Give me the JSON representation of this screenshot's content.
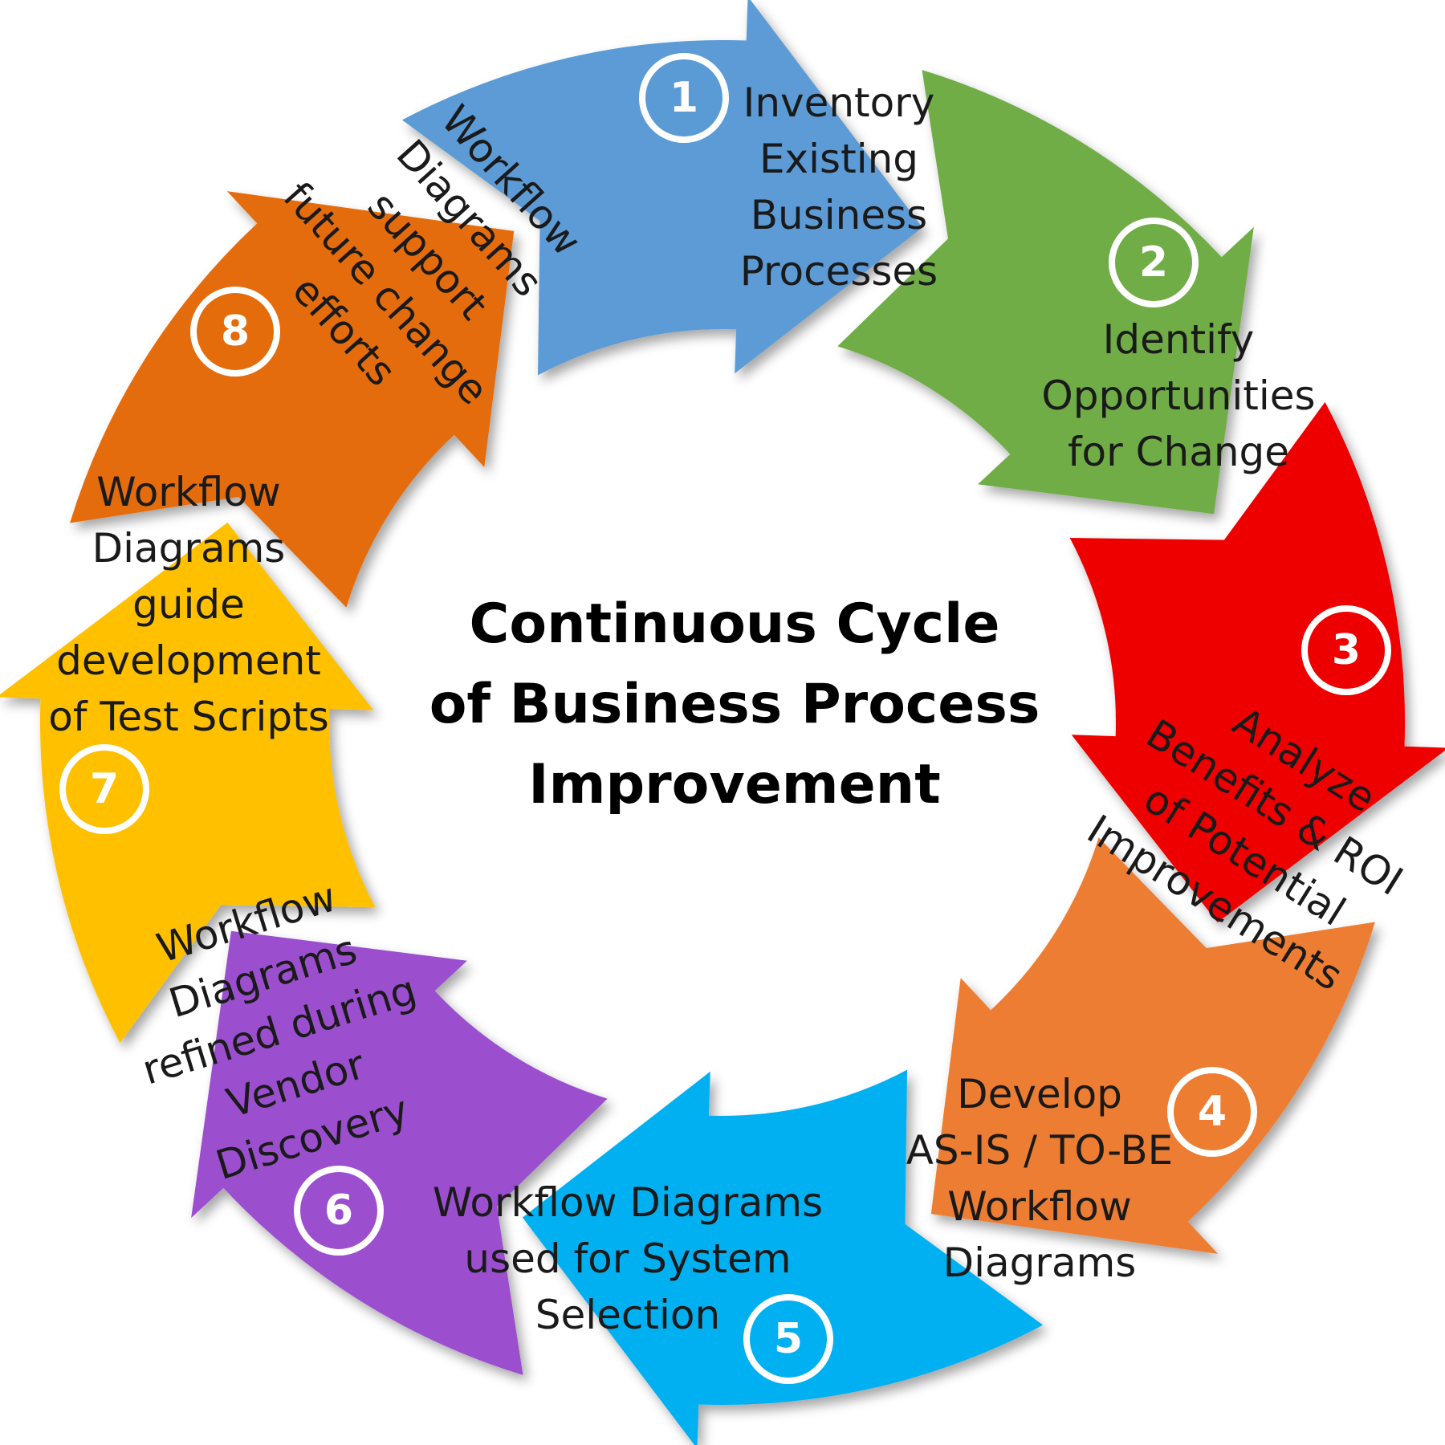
{
  "title_lines": [
    "Continuous Cycle",
    "of Business Process",
    "Improvement"
  ],
  "steps": [
    {
      "number": "1",
      "color": "#5b9bd5",
      "lines": [
        "Inventory",
        "Existing",
        "Business",
        "Processes"
      ]
    },
    {
      "number": "2",
      "color": "#70ad47",
      "lines": [
        "Identify",
        "Opportunities",
        "for Change"
      ]
    },
    {
      "number": "3",
      "color": "#ee0000",
      "lines": [
        "Analyze",
        "Benefits & ROI",
        "of Potential",
        "Improvements"
      ]
    },
    {
      "number": "4",
      "color": "#ed7d31",
      "lines": [
        "Develop",
        "AS-IS / TO-BE",
        "Workflow",
        "Diagrams"
      ]
    },
    {
      "number": "5",
      "color": "#00b0f0",
      "lines": [
        "Workflow Diagrams",
        "used for System",
        "Selection"
      ]
    },
    {
      "number": "6",
      "color": "#9b4fcf",
      "lines": [
        "Workflow",
        "Diagrams",
        "refined during",
        "Vendor",
        "Discovery"
      ]
    },
    {
      "number": "7",
      "color": "#ffc000",
      "lines": [
        "Workflow",
        "Diagrams",
        "guide",
        "development",
        "of Test Scripts"
      ]
    },
    {
      "number": "8",
      "color": "#e46c0a",
      "lines": [
        "Workflow",
        "Diagrams",
        "support",
        "future change",
        "efforts"
      ]
    }
  ]
}
